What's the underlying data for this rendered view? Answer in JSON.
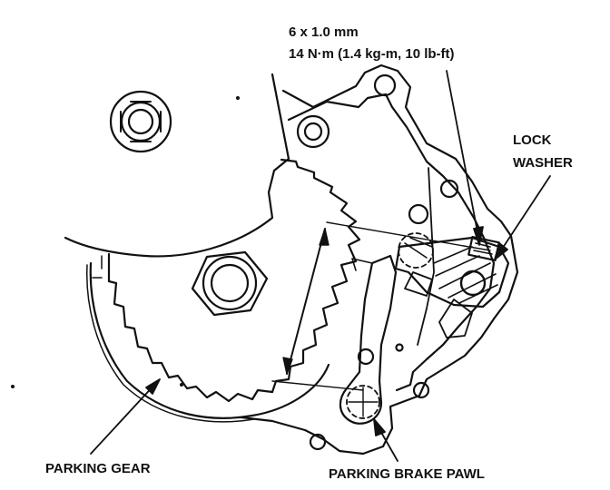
{
  "spec": {
    "bolt_size": "6 x 1.0 mm",
    "torque": "14 N·m (1.4 kg-m, 10 lb-ft)"
  },
  "labels": {
    "lock_line1": "LOCK",
    "lock_line2": "WASHER",
    "parking_gear": "PARKING GEAR",
    "parking_brake_pawl": "PARKING BRAKE PAWL"
  },
  "colors": {
    "ink": "#111111",
    "paper": "#ffffff"
  }
}
